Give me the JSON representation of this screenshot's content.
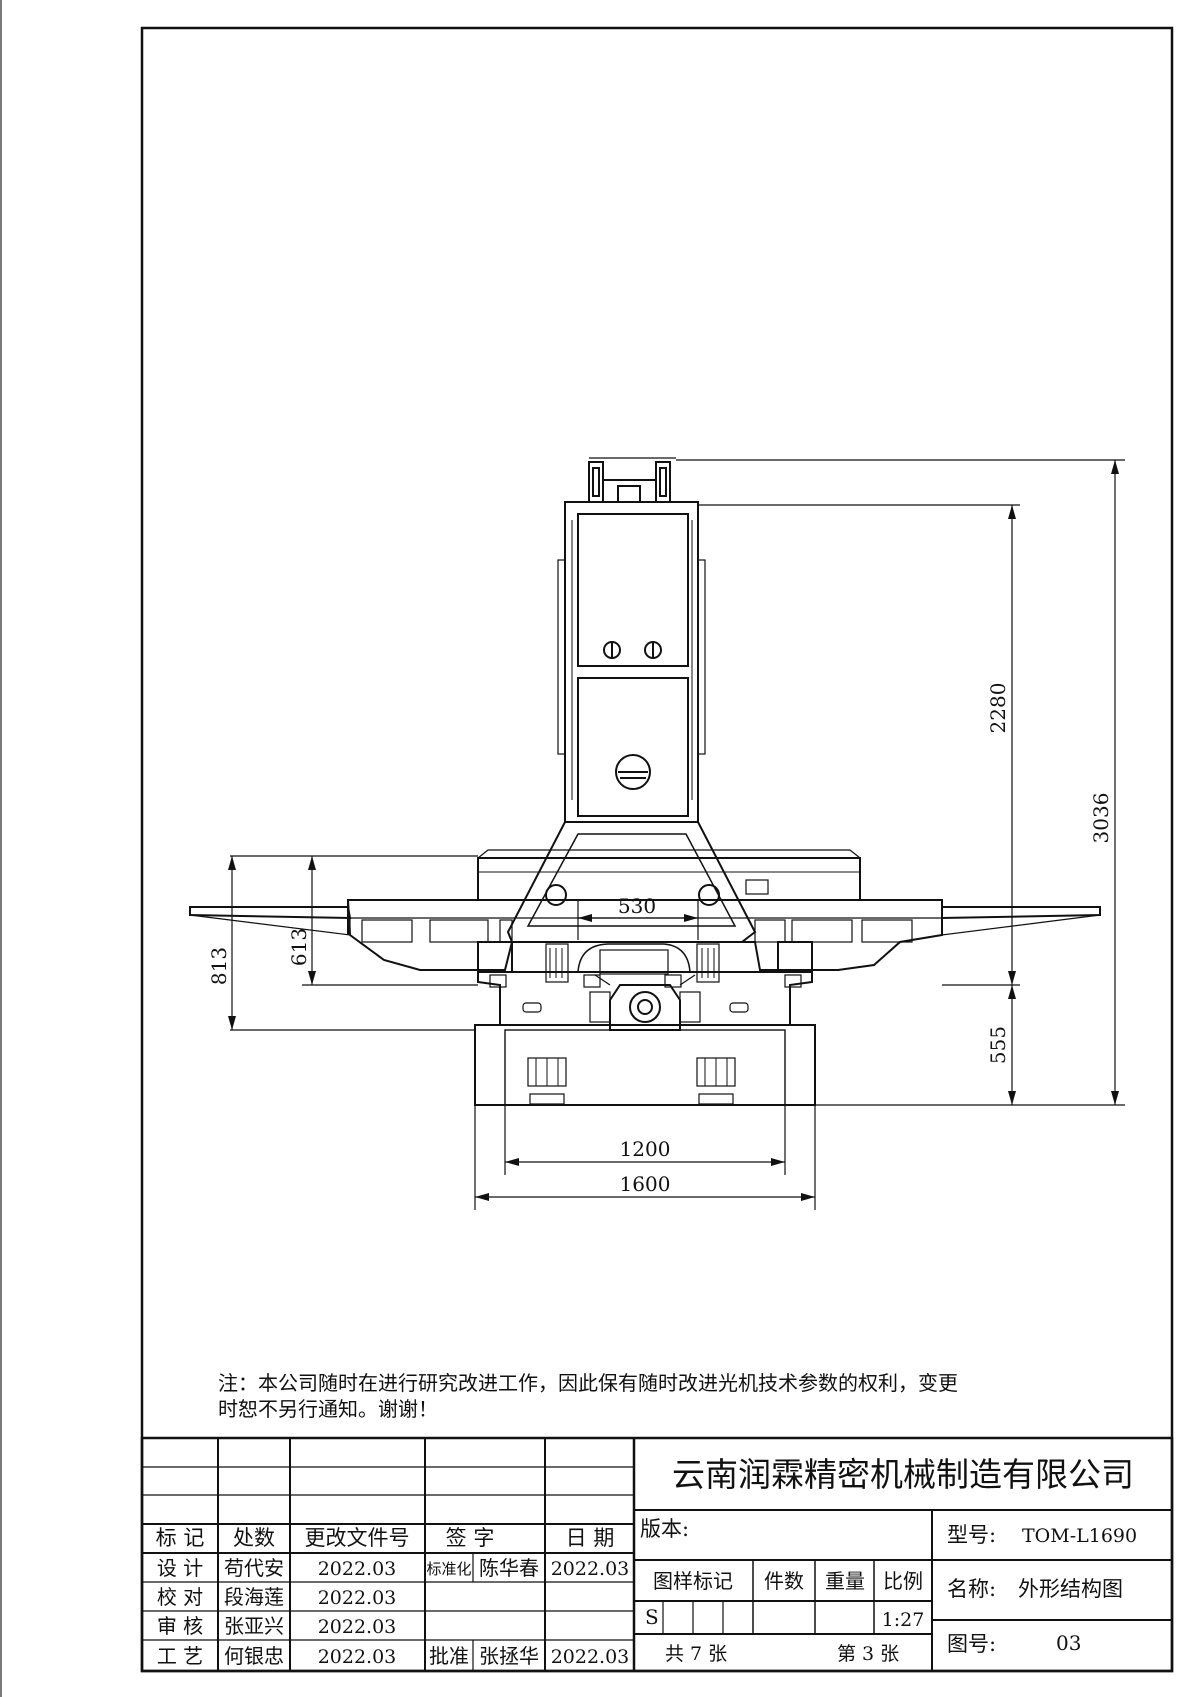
{
  "drawing": {
    "dimensions": {
      "total_height": "3036",
      "column_height": "2280",
      "base_height": "555",
      "left_outer": "813",
      "left_inner": "613",
      "center_width": "530",
      "base_inner": "1200",
      "base_outer": "1600"
    }
  },
  "note": {
    "line1": "注：本公司随时在进行研究改进工作，因此保有随时改进光机技术参数的权利，变更",
    "line2": "时恕不另行通知。谢谢！"
  },
  "title_block": {
    "company": "云南润霖精密机械制造有限公司",
    "header": {
      "mark": "标 记",
      "count": "处数",
      "change_doc": "更改文件号",
      "sign": "签 字",
      "date": "日 期"
    },
    "rows": [
      {
        "role": "设 计",
        "name": "苟代安",
        "date": "2022.03"
      },
      {
        "role": "校 对",
        "name": "段海莲",
        "date": "2022.03"
      },
      {
        "role": "审 核",
        "name": "张亚兴",
        "date": "2022.03"
      },
      {
        "role": "工 艺",
        "name": "何银忠",
        "date": "2022.03"
      }
    ],
    "standardization": {
      "label": "标准化",
      "name": "陈华春",
      "date": "2022.03"
    },
    "approval": {
      "label": "批准",
      "name": "张拯华",
      "date": "2022.03"
    },
    "version_label": "版本:",
    "sample_mark": "图样标记",
    "pieces": "件数",
    "weight": "重量",
    "scale_label": "比例",
    "stage": "S",
    "scale": "1:27",
    "total_sheets": "共 7  张",
    "sheet_no": "第 3  张",
    "model_label": "型号:",
    "model": "TOM-L1690",
    "name_label": "名称:",
    "name": "外形结构图",
    "drawing_no_label": "图号:",
    "drawing_no": "03"
  }
}
